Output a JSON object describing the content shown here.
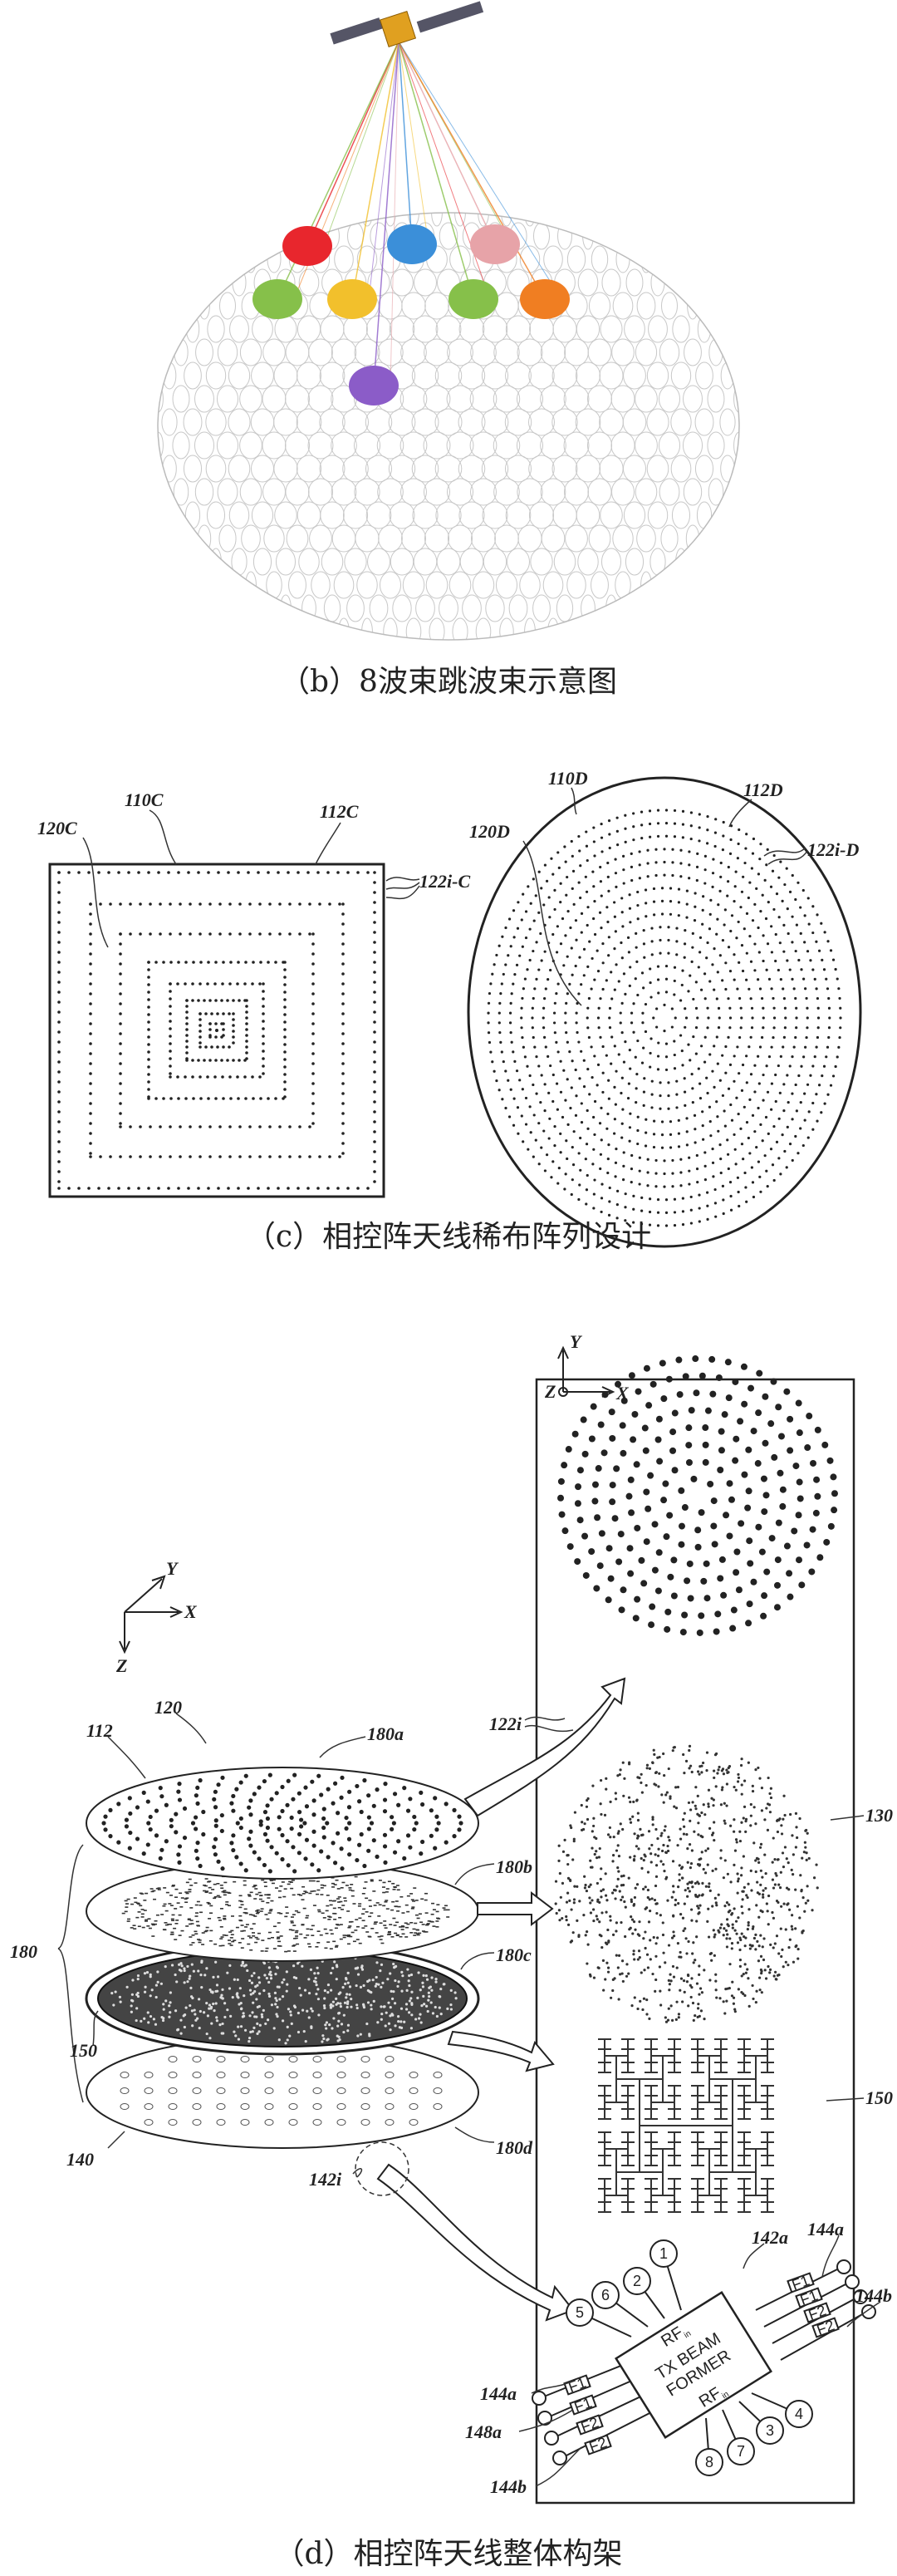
{
  "captions": {
    "b": "（b）8波束跳波束示意图",
    "c": "（c）相控阵天线稀布阵列设计",
    "d": "（d）相控阵天线整体构架"
  },
  "beams": {
    "colors": [
      "#e8262d",
      "#3b8fd9",
      "#e7a3a8",
      "#86c04a",
      "#f2c02c",
      "#86c04a",
      "#f07e22",
      "#8b5cc8"
    ]
  },
  "panel_c": {
    "square": {
      "array": "120C",
      "panel": "110C",
      "substrate": "112C",
      "elements": "122i-C"
    },
    "circle": {
      "array": "120D",
      "panel": "110D",
      "substrate": "112D",
      "elements": "122i-D"
    }
  },
  "panel_d": {
    "axes_top": {
      "y": "Y",
      "z": "Z",
      "x": "X"
    },
    "axes_left": {
      "y": "Y",
      "x": "X",
      "z": "Z"
    },
    "labels": {
      "l122i": "122i",
      "l130": "130",
      "l150r": "150",
      "l112": "112",
      "l120": "120",
      "l180a": "180a",
      "l180b": "180b",
      "l180c": "180c",
      "l180d": "180d",
      "l180": "180",
      "l150": "150",
      "l140": "140",
      "l142i": "142i",
      "l142a": "142a",
      "l144a_top": "144a",
      "l144b_right": "144b",
      "l144a_left": "144a",
      "l148a": "148a",
      "l144b_bottom": "144b"
    },
    "chip": {
      "line1": "TX BEAM",
      "line2": "FORMER",
      "rf_in": "RF",
      "rf_sub": "in",
      "f1": "F1",
      "f2": "F2"
    },
    "ports": [
      "1",
      "2",
      "3",
      "4",
      "5",
      "6",
      "7",
      "8"
    ]
  }
}
